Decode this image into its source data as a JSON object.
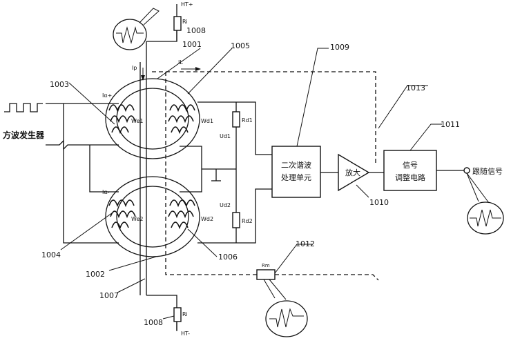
{
  "terminals": {
    "top": "HT+",
    "bottom": "HT-"
  },
  "resistors": {
    "top": "Ri",
    "bottom": "Ri",
    "sense_top": "Rd1",
    "sense_bottom": "Rd2",
    "bias": "Rm"
  },
  "windings": {
    "excite_top": "We1",
    "detect_top": "Wd1",
    "excite_bottom": "We2",
    "detect_bottom": "Wd2"
  },
  "voltages": {
    "top": "Ud1",
    "bottom": "Ud2"
  },
  "currents": {
    "primary": "Ip",
    "leak": "IL",
    "excite_plus": "Iα+",
    "excite_minus": "Iα-"
  },
  "blocks": {
    "square_wave": "方波发生器",
    "harmonic_line1": "二次谐波",
    "harmonic_line2": "处理单元",
    "amplifier": "放大",
    "signal_line1": "信号",
    "signal_line2": "调整电路",
    "output": "跟随信号"
  },
  "callouts": {
    "c1001": "1001",
    "c1002": "1002",
    "c1003": "1003",
    "c1004": "1004",
    "c1005": "1005",
    "c1006": "1006",
    "c1007": "1007",
    "c1008a": "1008",
    "c1008b": "1008",
    "c1009": "1009",
    "c1010": "1010",
    "c1011": "1011",
    "c1012": "1012",
    "c1013": "1013"
  }
}
